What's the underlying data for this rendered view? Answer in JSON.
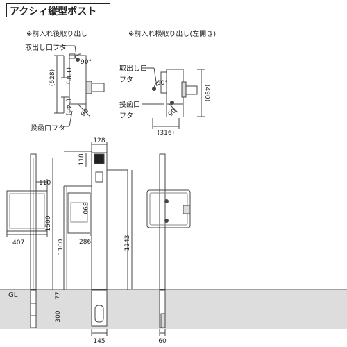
{
  "title": "アクシィ縦型ポスト",
  "notes": {
    "rear": "※前入れ後取り出し",
    "side": "※前入れ横取り出し(左開き)"
  },
  "labels": {
    "take_out_lid": "取出し口フタ",
    "insert_lid": "投函口フタ",
    "side_take_out_1": "取出し口",
    "side_take_out_2": "フタ",
    "side_insert_1": "投函口",
    "side_insert_2": "フタ",
    "ground": "GL"
  },
  "dimensions": {
    "top_a_138": "(138)",
    "top_a_628": "(628)",
    "top_a_140": "(140)",
    "top_a_90": "90",
    "top_a_angle": "90°",
    "top_b_angle": "90°",
    "top_b_90": "90",
    "top_b_490": "(490)",
    "top_b_316": "(316)",
    "d_110": "110",
    "d_407": "407",
    "d_1500": "1500",
    "d_1100": "1100",
    "d_390": "390",
    "d_286": "286",
    "d_128": "128",
    "d_118": "118",
    "d_1243": "1243",
    "d_77": "77",
    "d_300": "300",
    "d_145": "145",
    "d_60": "60"
  }
}
